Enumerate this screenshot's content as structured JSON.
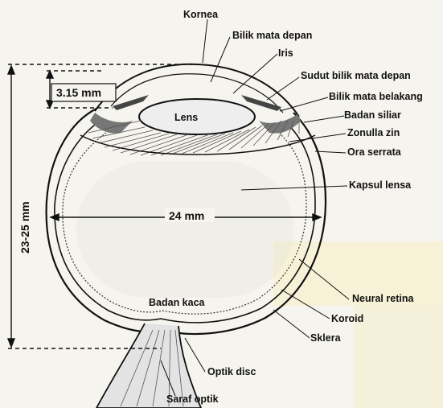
{
  "diagram": {
    "labels": {
      "kornea": "Kornea",
      "bilik_depan": "Bilik mata depan",
      "iris": "Iris",
      "sudut": "Sudut bilik mata depan",
      "bilik_belakang": "Bilik mata belakang",
      "badan_siliar": "Badan siliar",
      "zonulla": "Zonulla zin",
      "ora": "Ora serrata",
      "kapsul": "Kapsul lensa",
      "neural": "Neural retina",
      "koroid": "Koroid",
      "sklera": "Sklera",
      "optik_disc": "Optik disc",
      "saraf": "Saraf optik",
      "badan_kaca": "Badan kaca",
      "lens": "Lens"
    },
    "dimensions": {
      "depth": "3.15 mm",
      "width": "24 mm",
      "height": "23-25 mm"
    }
  }
}
